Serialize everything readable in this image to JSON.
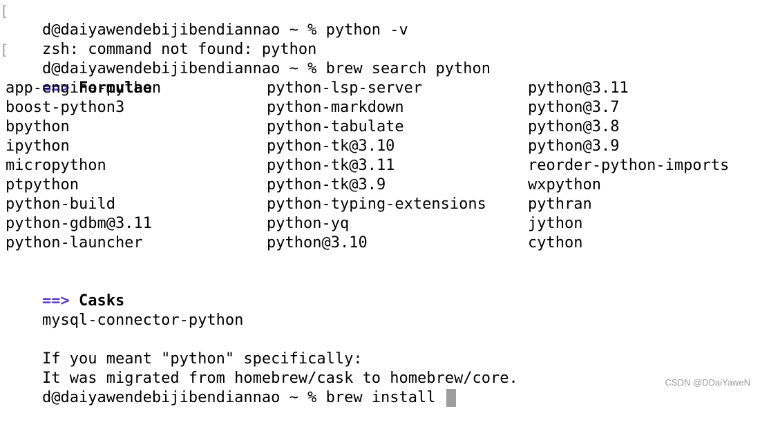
{
  "terminal": {
    "bracket_glyph": "[",
    "lines": {
      "l0": "d@daiyawendebijibendiannao ~ % python -v",
      "l1": "zsh: command not found: python",
      "l2": "d@daiyawendebijibendiannao ~ % brew search python",
      "l13": "mysql-connector-python",
      "l15": "If you meant \"python\" specifically:",
      "l16": "It was migrated from homebrew/cask to homebrew/core.",
      "l17": "d@daiyawendebijibendiannao ~ % brew install "
    },
    "formulae_header": {
      "arrow": "==>",
      "title": "Formulae"
    },
    "casks_header": {
      "arrow": "==>",
      "title": "Casks"
    },
    "formulae": {
      "col1": [
        "app-engine-python",
        "boost-python3",
        "bpython",
        "ipython",
        "micropython",
        "ptpython",
        "python-build",
        "python-gdbm@3.11",
        "python-launcher"
      ],
      "col2": [
        "python-lsp-server",
        "python-markdown",
        "python-tabulate",
        "python-tk@3.10",
        "python-tk@3.11",
        "python-tk@3.9",
        "python-typing-extensions",
        "python-yq",
        "python@3.10"
      ],
      "col3": [
        "python@3.11",
        "python@3.7",
        "python@3.8",
        "python@3.9",
        "reorder-python-imports",
        "wxpython",
        "pythran",
        "jython",
        "cython"
      ]
    }
  },
  "watermark": "CSDN @DDaiYaweN",
  "colors": {
    "arrow": "#5b3fd6",
    "text": "#000000",
    "cursor": "#9e9e9e",
    "bracket": "#9a9a9a"
  },
  "icons": {
    "cursor": "block-cursor-icon"
  }
}
